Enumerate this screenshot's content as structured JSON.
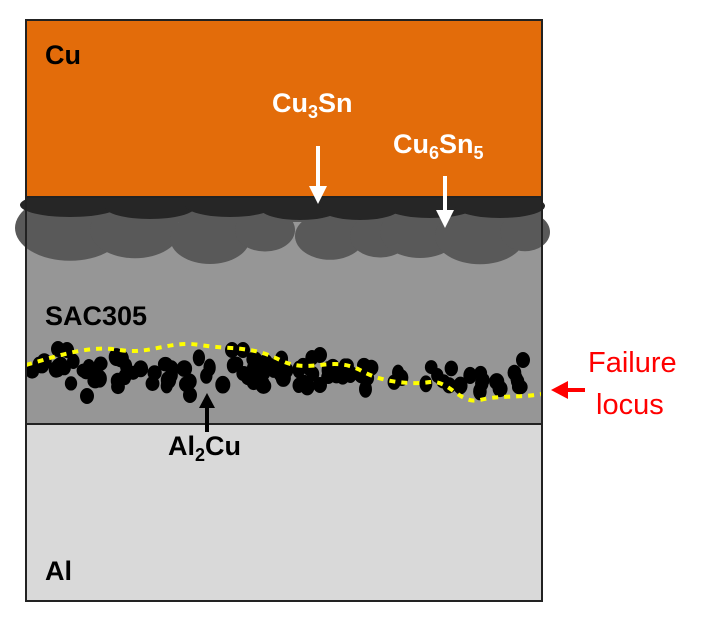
{
  "labels": {
    "cu": "Cu",
    "cu3sn": {
      "base": "Cu",
      "sub1": "3",
      "mid": "Sn"
    },
    "cu6sn5": {
      "base": "Cu",
      "sub1": "6",
      "mid": "Sn",
      "sub2": "5"
    },
    "sac": "SAC305",
    "al2cu": {
      "base": "Al",
      "sub1": "2",
      "mid": "Cu"
    },
    "al": "Al",
    "failure_line1": "Failure",
    "failure_line2": "locus"
  },
  "colors": {
    "cu": "#e36c0a",
    "cu3sn": "#262626",
    "cu6sn5": "#595959",
    "sac": "#969696",
    "al": "#d9d9d9",
    "locus": "#ffff00",
    "failure": "#ff0000"
  }
}
